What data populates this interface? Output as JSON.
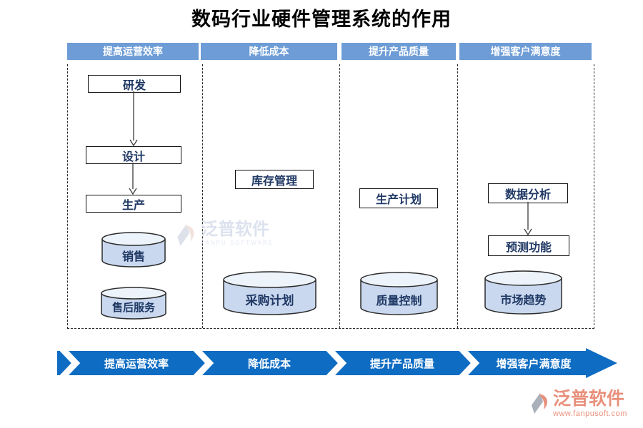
{
  "title": "数码行业硬件管理系统的作用",
  "columns": [
    {
      "header": "提高运营效率",
      "items": {
        "box1": "研发",
        "box2": "设计",
        "box3": "生产",
        "cyl1": "销售",
        "cyl2": "售后服务"
      }
    },
    {
      "header": "降低成本",
      "items": {
        "box1": "库存管理",
        "cyl1": "采购计划"
      }
    },
    {
      "header": "提升产品质量",
      "items": {
        "box1": "生产计划",
        "cyl1": "质量控制"
      }
    },
    {
      "header": "增强客户满意度",
      "items": {
        "box1": "数据分析",
        "box2": "预测功能",
        "cyl1": "市场趋势"
      }
    }
  ],
  "banner": {
    "steps": [
      "提高运营效率",
      "降低成本",
      "提升产品质量",
      "增强客户满意度"
    ]
  },
  "watermark": {
    "name": "泛普软件",
    "subtitle": "FANPU SOFTWARE"
  },
  "logo": {
    "name": "泛普软件",
    "url": "www.fanpusoft.com"
  },
  "colors": {
    "header_blue": "#6D9CD6",
    "banner_blue": "#0E6CC2",
    "cylinder_fill": "#C9D8EE",
    "cylinder_top": "#EDF3FA",
    "box_text": "#1F3864",
    "logo_salmon": "#E8907C"
  }
}
